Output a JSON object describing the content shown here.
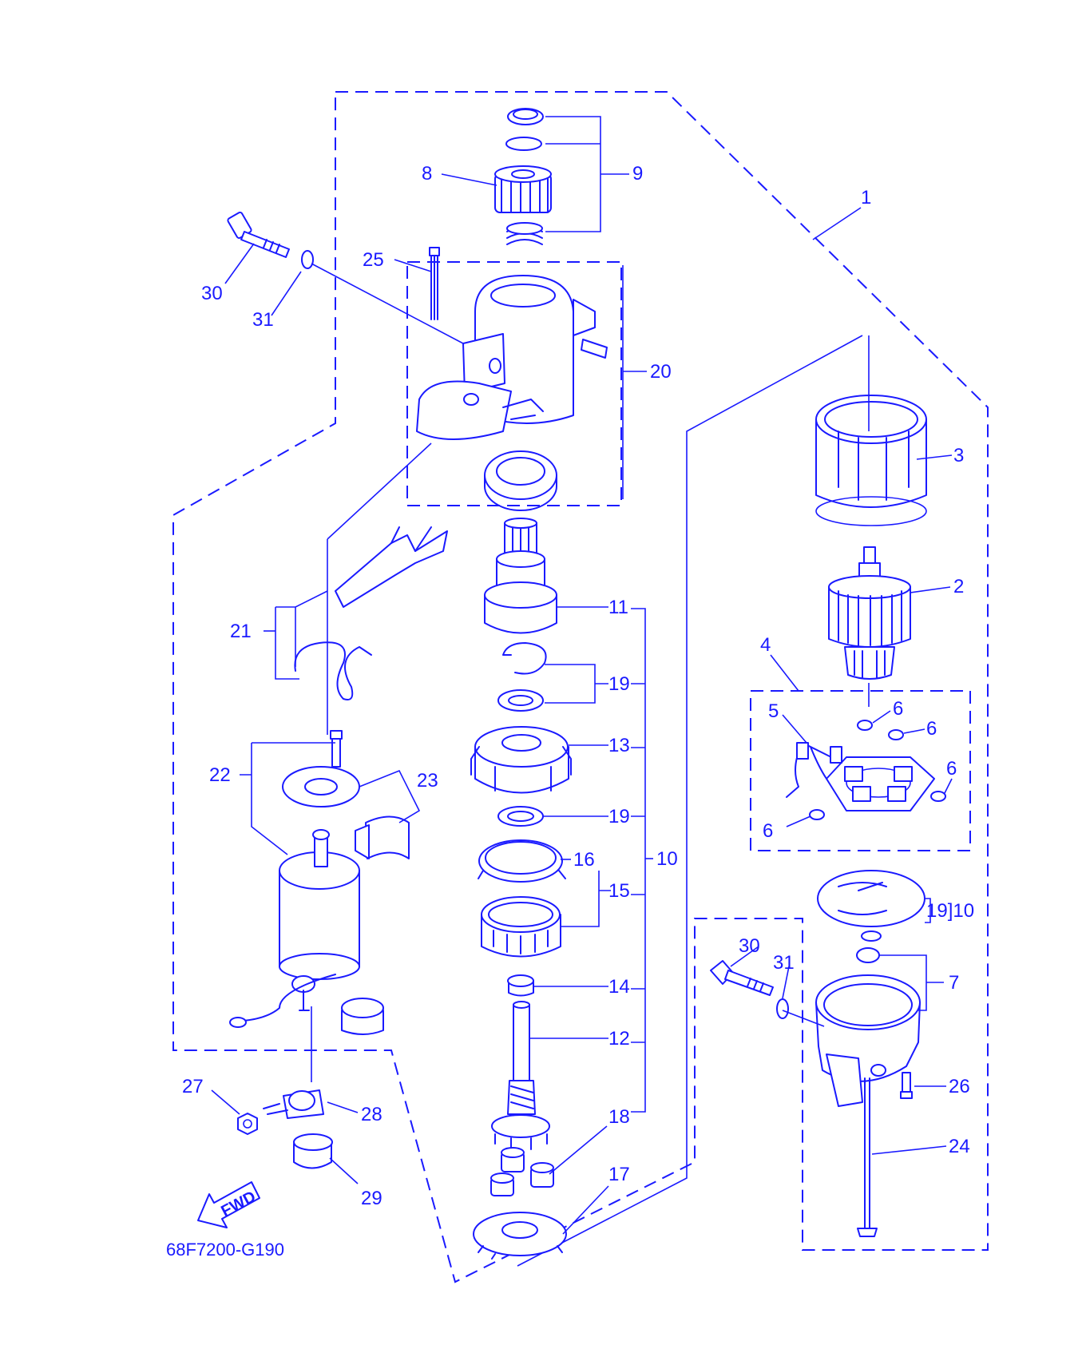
{
  "diagram": {
    "code": "68F7200-G190",
    "fwd": "FWD",
    "labels": {
      "l1": "1",
      "l2": "2",
      "l3": "3",
      "l4": "4",
      "l5": "5",
      "l6a": "6",
      "l6b": "6",
      "l6c": "6",
      "l6d": "6",
      "l7": "7",
      "l8": "8",
      "l9": "9",
      "l10a": "10",
      "l10b": "19]10",
      "l11": "11",
      "l12": "12",
      "l13": "13",
      "l14": "14",
      "l15": "15",
      "l16": "16",
      "l17": "17",
      "l18": "18",
      "l19a": "19",
      "l19b": "19",
      "l20": "20",
      "l21": "21",
      "l22": "22",
      "l23": "23",
      "l24": "24",
      "l25": "25",
      "l26": "26",
      "l27": "27",
      "l28": "28",
      "l29": "29",
      "l30a": "30",
      "l30b": "30",
      "l31a": "31",
      "l31b": "31"
    }
  }
}
